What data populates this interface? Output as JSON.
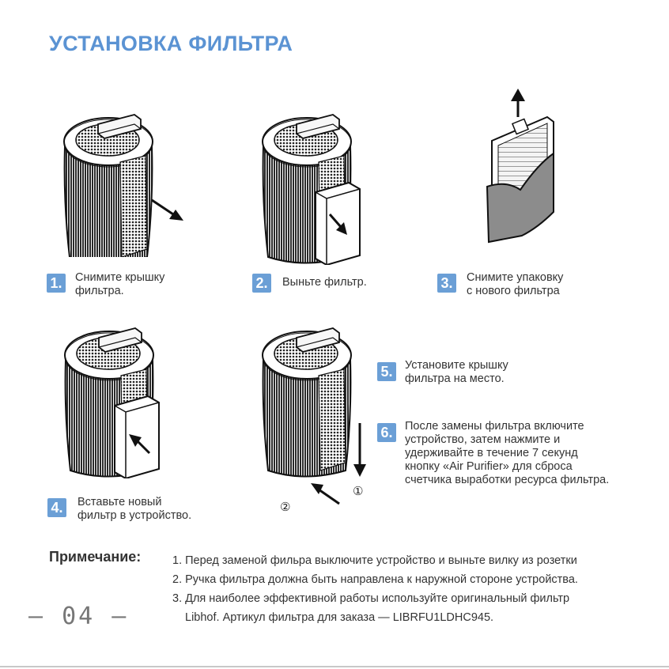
{
  "title": "УСТАНОВКА ФИЛЬТРА",
  "steps": [
    {
      "num": "1.",
      "text": "Снимите крышку\nфильтра."
    },
    {
      "num": "2.",
      "text": "Выньте фильтр."
    },
    {
      "num": "3.",
      "text": "Снимите упаковку\nс нового фильтра"
    },
    {
      "num": "4.",
      "text": "Вставьте новый\nфильтр в устройство."
    },
    {
      "num": "5.",
      "text": "Установите крышку\nфильтра на место."
    },
    {
      "num": "6.",
      "text": "После замены фильтра включите\nустройство, затем нажмите и\nудерживайте в течение 7 секунд\nкнопку «Air Purifier» для сброса\nсчетчика выработки ресурса фильтра."
    }
  ],
  "markers": {
    "one": "①",
    "two": "②"
  },
  "note": {
    "label": "Примечание:",
    "items": [
      "1. Перед заменой фильра выключите устройство и выньте вилку из розетки",
      "2. Ручка фильтра должна быть направлена к наружной стороне устройства.",
      "3. Для наиболее эффективной работы используйте оригинальный фильтр",
      "Libhof. Артикул фильтра для заказа — LIBRFU1LDHC945."
    ]
  },
  "page_number": "– 04 –",
  "colors": {
    "accent": "#5b93d3",
    "badge": "#6b9fd6"
  }
}
